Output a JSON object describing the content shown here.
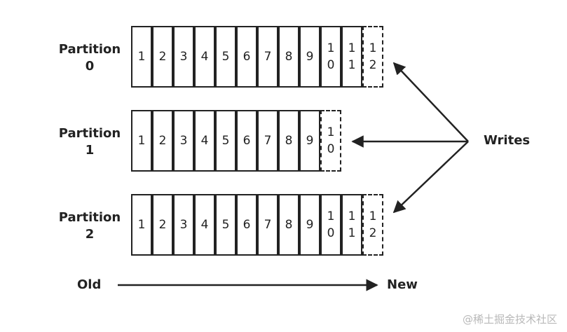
{
  "partitions": [
    {
      "label_line1": "Partition",
      "label_line2": "0",
      "cells": [
        "1",
        "2",
        "3",
        "4",
        "5",
        "6",
        "7",
        "8",
        "9",
        "10",
        "11"
      ],
      "pending": "12"
    },
    {
      "label_line1": "Partition",
      "label_line2": "1",
      "cells": [
        "1",
        "2",
        "3",
        "4",
        "5",
        "6",
        "7",
        "8",
        "9"
      ],
      "pending": "10"
    },
    {
      "label_line1": "Partition",
      "label_line2": "2",
      "cells": [
        "1",
        "2",
        "3",
        "4",
        "5",
        "6",
        "7",
        "8",
        "9",
        "10",
        "11"
      ],
      "pending": "12"
    }
  ],
  "writes_label": "Writes",
  "timeline": {
    "start_label": "Old",
    "end_label": "New"
  },
  "watermark": "@稀土掘金技术社区",
  "colors": {
    "stroke": "#222222",
    "background": "#ffffff",
    "watermark": "#b8b8b8"
  }
}
